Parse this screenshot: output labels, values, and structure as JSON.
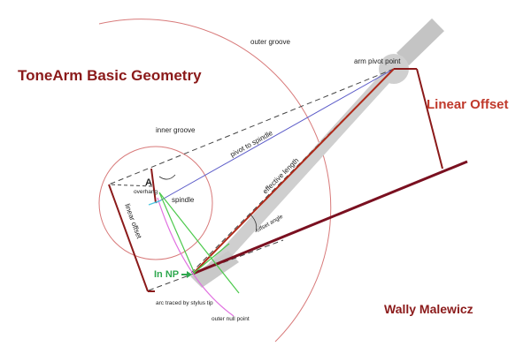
{
  "title": "ToneArm Basic Geometry",
  "author": "Wally Malewicz",
  "labels": {
    "outer_groove": "outer groove",
    "inner_groove": "inner groove",
    "arm_pivot_point": "arm pivot point",
    "linear_offset_big": "Linear Offset",
    "pivot_to_spindle": "pivot to spindle",
    "effective_length": "effective length",
    "spindle": "spindle",
    "overhang": "overhang",
    "A": "A",
    "linear_offset_small": "linear offset",
    "offset_angle": "offset angle",
    "in_np": "In NP",
    "arc_traced": "arc traced by stylus tip",
    "outer_null_point": "outer null point"
  },
  "colors": {
    "dark_red": "#8b1a1a",
    "red": "#c0392b",
    "arm_gray": "#cfcfcf",
    "blue": "#5a5ac8",
    "green": "#4cc94c",
    "magenta": "#e070e0",
    "cyan": "#4cc8e0"
  }
}
